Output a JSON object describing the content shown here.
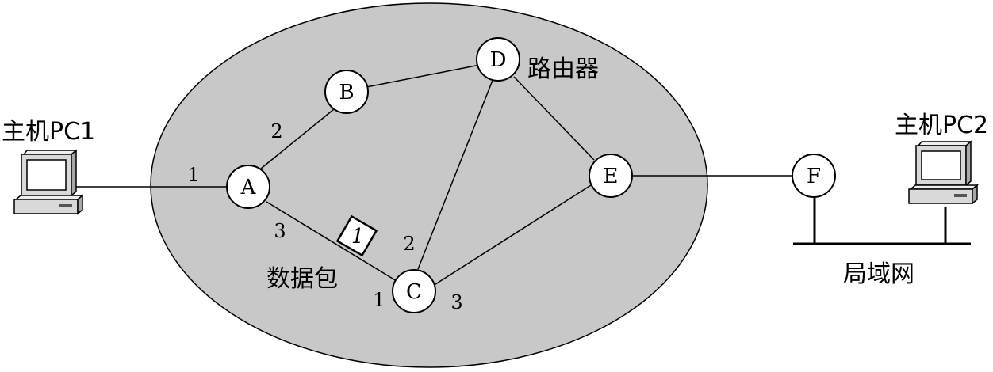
{
  "colors": {
    "network_fill": "#c8c8c8",
    "background": "#ffffff",
    "stroke": "#000000",
    "pc_body": "#d9d9d9",
    "pc_screen": "#ffffff"
  },
  "labels": {
    "router": "路由器",
    "packet": "数据包",
    "lan": "局域网",
    "pc1": "主机PC1",
    "pc2": "主机PC2"
  },
  "nodes": {
    "A": "A",
    "B": "B",
    "C": "C",
    "D": "D",
    "E": "E",
    "F": "F"
  },
  "ports": {
    "a1": "1",
    "a2": "2",
    "a3": "3",
    "c1": "1",
    "c2": "2",
    "c3": "3"
  },
  "packet_mark": "1",
  "icons": {
    "pc1": "computer-icon",
    "pc2": "computer-icon"
  }
}
